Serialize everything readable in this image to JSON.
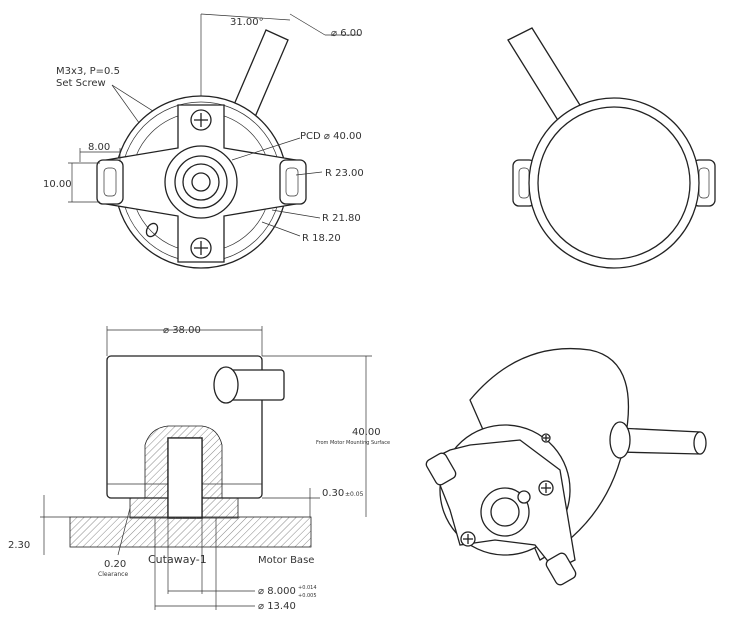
{
  "views": {
    "front": {
      "angle_label": "31.00°",
      "shaft_diameter_label": "⌀ 6.00",
      "set_screw_label_line1": "M3x3, P=0.5",
      "set_screw_label_line2": "Set Screw",
      "pcd_label": "PCD ⌀ 40.00",
      "r_outer_label": "R 23.00",
      "r_mid_label": "R 21.80",
      "r_inner_label": "R 18.20",
      "slot_width_label": "8.00",
      "slot_height_label": "10.00"
    },
    "section": {
      "body_diameter_label": "⌀ 38.00",
      "height_label": "40.00",
      "height_note": "From Motor Mounting Surface",
      "gap_label": "0.30",
      "gap_tolerance": "±0.05",
      "base_thickness_label": "2.30",
      "clearance_value": "0.20",
      "clearance_note": "Clearance",
      "cutaway_label": "Cutaway-1",
      "motor_base_label": "Motor Base",
      "bore_label": "⌀ 8.000",
      "bore_tol_upper": "+0.014",
      "bore_tol_lower": "+0.005",
      "hub_diameter_label": "⌀ 13.40"
    }
  },
  "colors": {
    "line": "#222222",
    "background": "#ffffff",
    "hatch": "#555555"
  }
}
